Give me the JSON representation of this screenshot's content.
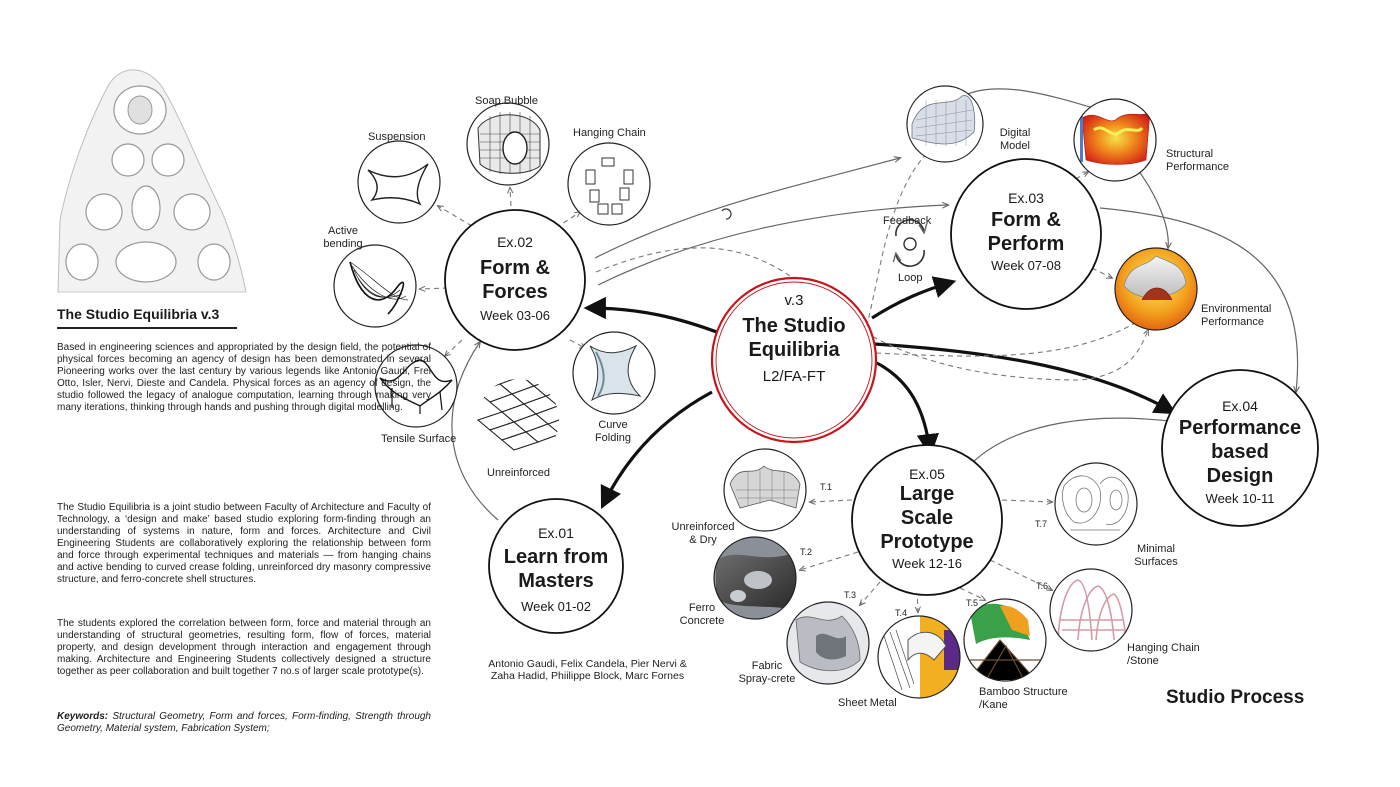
{
  "panel": {
    "title": "The Studio Equilibria v.3",
    "para1": "Based in engineering sciences and appropriated by the design field, the potential of physical forces becoming an agency of design has been demonstrated in several Pioneering works over the last century by various legends like Antonio Gaudi, Frei Otto, Isler, Nervi, Dieste and Candela. Physical forces as an agency of design, the studio followed the legacy of analogue computation, learning through making very many iterations, thinking through hands and pushing through digital modelling.",
    "para2": "The Studio Equilibria is a joint studio between Faculty of Architecture and Faculty of Technology, a ‘design and make’ based studio exploring form-finding through an understanding of systems in nature, form and forces. Architecture and Civil Engineering Students are collaboratively exploring the relationship between form and force through experimental techniques and materials — from hanging chains and active bending to curved crease folding, unreinforced dry masonry compressive structure, and ferro-concrete shell structures.",
    "para3": "The students explored the correlation between form, force and material through an understanding of structural geometries, resulting form, flow of forces, material property, and design development through interaction and engagement through making. Architecture and Engineering Students collectively designed a structure together as peer collaboration and built together 7 no.s of larger scale prototype(s).",
    "keywords_label": "Keywords:",
    "keywords": "Structural Geometry, Form and forces, Form-finding, Strength through Geometry, Material system, Fabrication System;"
  },
  "center": {
    "version": "v.3",
    "name_line1": "The Studio",
    "name_line2": "Equilibria",
    "code": "L2/FA-FT"
  },
  "nodes": {
    "ex02": {
      "ex": "Ex.02",
      "title_line1": "Form &",
      "title_line2": "Forces",
      "week": "Week 03-06"
    },
    "ex01": {
      "ex": "Ex.01",
      "title_line1": "Learn from",
      "title_line2": "Masters",
      "week": "Week 01-02"
    },
    "ex03": {
      "ex": "Ex.03",
      "title_line1": "Form &",
      "title_line2": "Perform",
      "week": "Week 07-08"
    },
    "ex04": {
      "ex": "Ex.04",
      "title_line1": "Performance",
      "title_line2": "based",
      "title_line3": "Design",
      "week": "Week 10-11"
    },
    "ex05": {
      "ex": "Ex.05",
      "title_line1": "Large",
      "title_line2": "Scale",
      "title_line3": "Prototype",
      "week": "Week 12-16"
    }
  },
  "masters": {
    "line1": "Antonio Gaudi, Felix Candela, Pier Nervi &",
    "line2": "Zaha Hadid, Phiilippe Block, Marc Fornes"
  },
  "forces_items": {
    "suspension": "Suspension",
    "soap_bubble": "Soap Bubble",
    "hanging_chain": "Hanging Chain",
    "active_bending_1": "Active",
    "active_bending_2": "bending",
    "tensile": "Tensile Surface",
    "unreinforced": "Unreinforced",
    "curve_1": "Curve",
    "curve_2": "Folding"
  },
  "perform_items": {
    "digital_1": "Digital",
    "digital_2": "Model",
    "structural_1": "Structural",
    "structural_2": "Performance",
    "environmental_1": "Environmental",
    "environmental_2": "Performance",
    "feedback": "Feedback",
    "loop": "Loop"
  },
  "prototypes": {
    "t1_tag": "T.1",
    "t1_1": "Unreinforced",
    "t1_2": "& Dry",
    "t2_tag": "T.2",
    "t2_1": "Ferro",
    "t2_2": "Concrete",
    "t3_tag": "T.3",
    "t3_1": "Fabric",
    "t3_2": "Spray-crete",
    "t4_tag": "T.4",
    "t4_1": "Sheet Metal",
    "t5_tag": "T.5",
    "t5_1": "Bamboo Structure",
    "t5_2": "/Kane",
    "t6_tag": "T.6",
    "t6_1": "Hanging Chain",
    "t6_2": "/Stone",
    "t7_tag": "T.7",
    "t7_1": "Minimal",
    "t7_2": "Surfaces"
  },
  "footer": {
    "process": "Studio Process"
  },
  "colors": {
    "center_ring": "#c4161c",
    "ink": "#1a1a1a",
    "dash": "#7a7a7a"
  }
}
